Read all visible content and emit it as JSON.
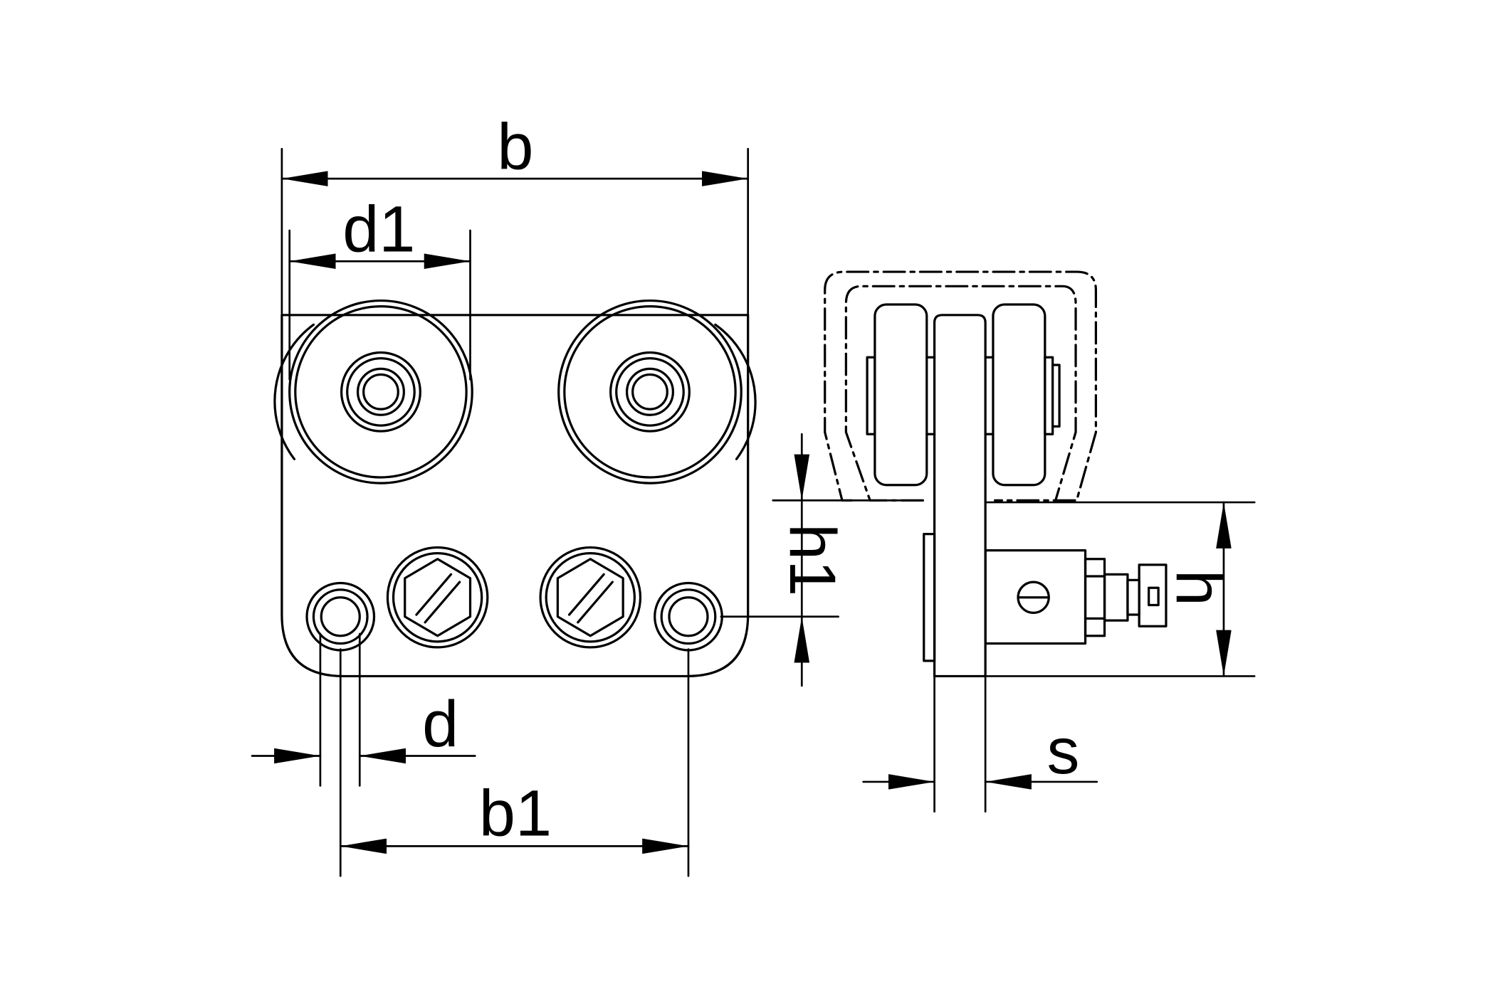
{
  "labels": {
    "b": "b",
    "d1": "d1",
    "h1": "h1",
    "h": "h",
    "d": "d",
    "b1": "b1",
    "s": "s"
  },
  "colors": {
    "line": "#000000",
    "background": "#ffffff"
  }
}
